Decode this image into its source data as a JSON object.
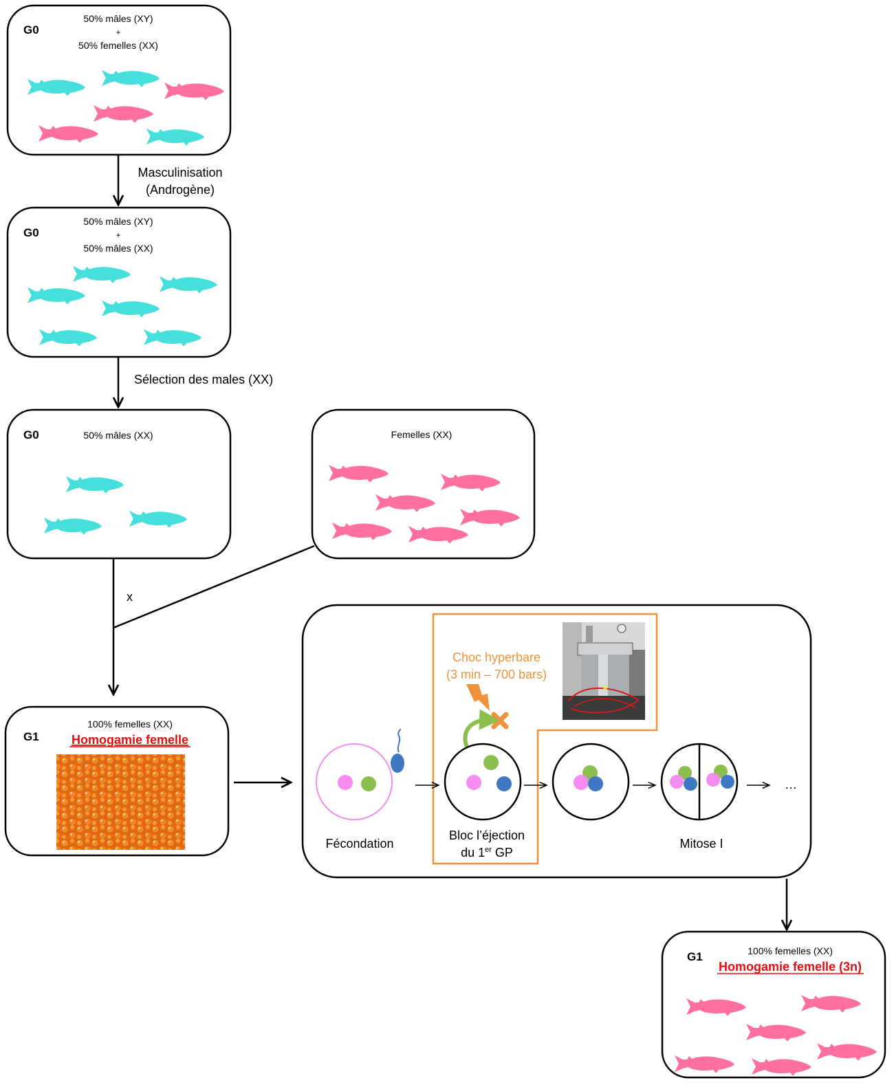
{
  "boxes": {
    "box1": {
      "gen": "G0",
      "line1": "50% mâles (XY)",
      "plus": "+",
      "line3": "50% femelles (XX)"
    },
    "box2": {
      "gen": "G0",
      "line1": "50% mâles (XY)",
      "plus": "+",
      "line3": "50% mâles (XX)"
    },
    "box3": {
      "gen": "G0",
      "line1": "50% mâles (XX)"
    },
    "box4": {
      "line1": "Femelles (XX)"
    },
    "box5": {
      "gen": "G1",
      "line1": "100% femelles (XX)",
      "line2": "Homogamie femelle"
    },
    "box6": {
      "gen": "G1",
      "line1": "100% femelles (XX)",
      "line2": "Homogamie femelle (3n)"
    }
  },
  "arrows": {
    "a1_line1": "Masculinisation",
    "a1_line2": "(Androgène)",
    "a2": "Sélection des males (XX)",
    "cross": "x"
  },
  "process": {
    "shock_line1": "Choc hyperbare",
    "shock_line2": "(3 min – 700 bars)",
    "fecondation": "Fécondation",
    "bloc_line1": "Bloc l’éjection",
    "bloc_line2_a": "du 1",
    "bloc_line2_sup": "er",
    "bloc_line2_b": " GP",
    "mitose": "Mitose I",
    "ellipsis": "…"
  },
  "colors": {
    "male_fish": "#45e0dc",
    "female_fish": "#ff6fa0",
    "orange": "#f0923c",
    "red_text": "#e01010",
    "pink_dot": "#f58cf0",
    "green_dot": "#8cbf4e",
    "blue_dot": "#3f78c2"
  }
}
